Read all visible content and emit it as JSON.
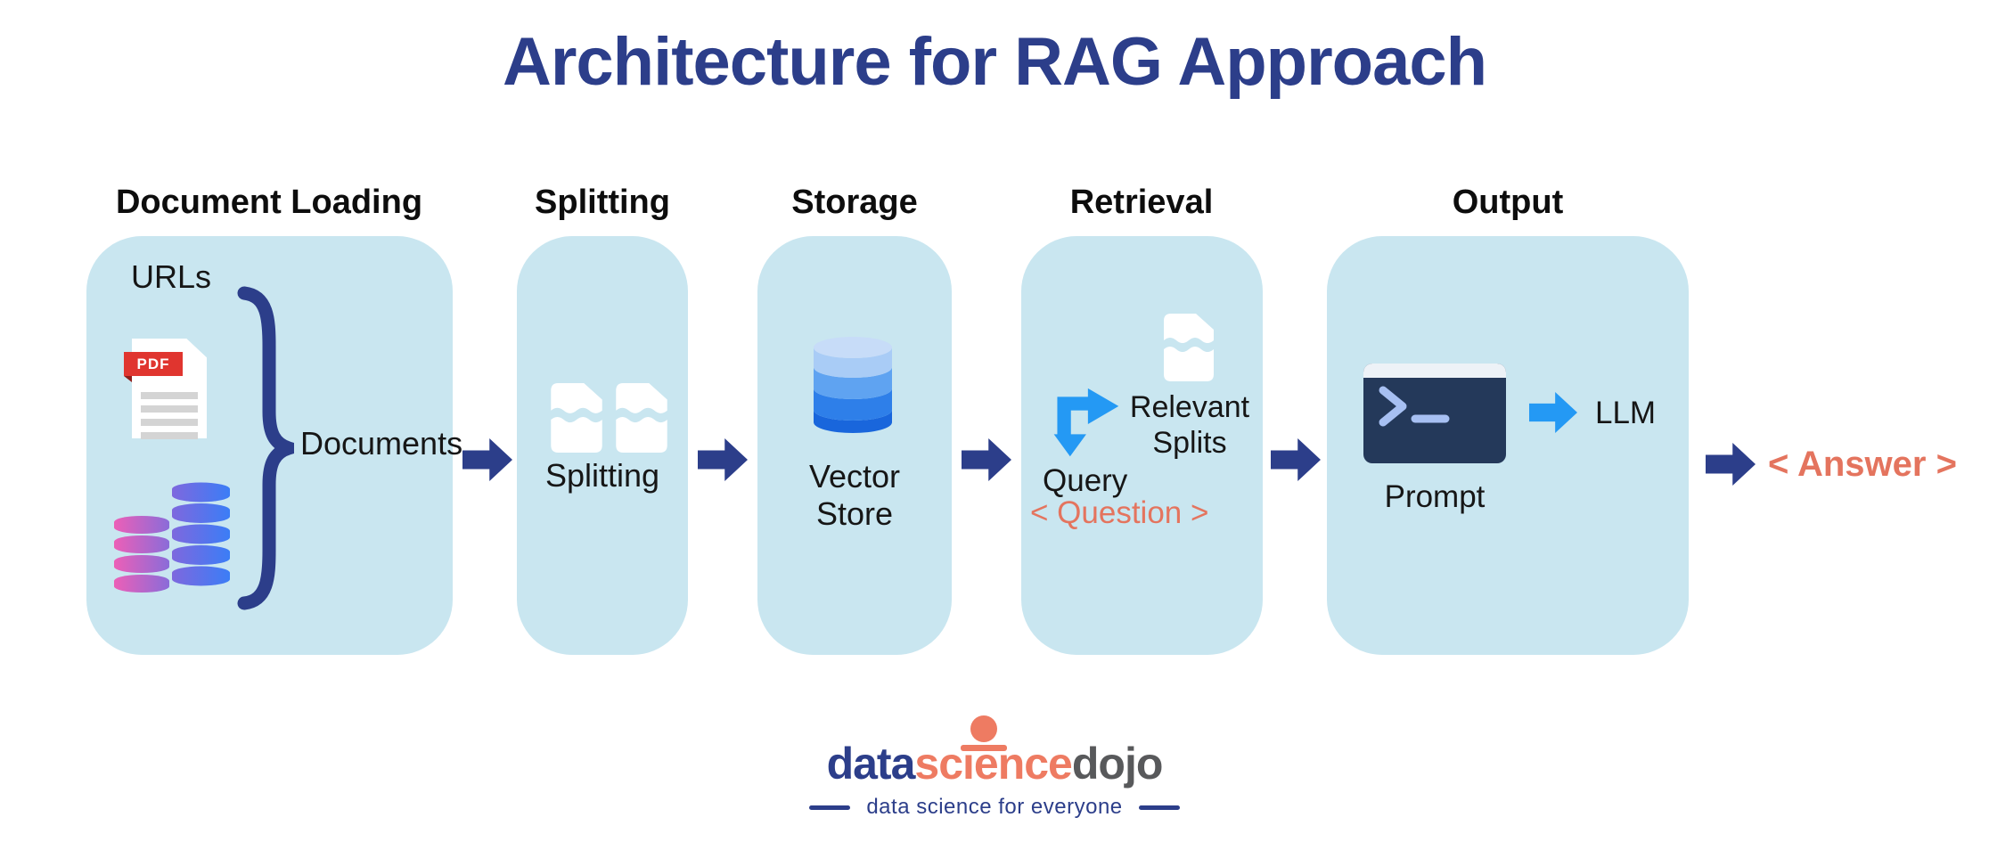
{
  "title": "Architecture for RAG Approach",
  "stages": [
    {
      "label": "Document Loading"
    },
    {
      "label": "Splitting"
    },
    {
      "label": "Storage"
    },
    {
      "label": "Retrieval"
    },
    {
      "label": "Output"
    }
  ],
  "document_loading": {
    "urls_label": "URLs",
    "pdf_badge": "PDF",
    "documents_label": "Documents"
  },
  "splitting": {
    "caption": "Splitting"
  },
  "storage": {
    "caption_line1": "Vector",
    "caption_line2": "Store"
  },
  "retrieval": {
    "relevant_line1": "Relevant",
    "relevant_line2": "Splits",
    "query_label": "Query",
    "question_label": "< Question >"
  },
  "output": {
    "prompt_label": "Prompt",
    "llm_label": "LLM"
  },
  "answer_label": "< Answer >",
  "logo": {
    "word1": "data",
    "word2": "science",
    "word3": "dojo",
    "tagline": "data science for everyone"
  },
  "colors": {
    "navy": "#2C3E8A",
    "box_fill": "#C9E6F0",
    "bright_blue": "#2499F4",
    "salmon": "#E4745E",
    "pdf_red": "#E0352F",
    "terminal_body": "#24395A",
    "dojo_gray": "#58595B"
  }
}
